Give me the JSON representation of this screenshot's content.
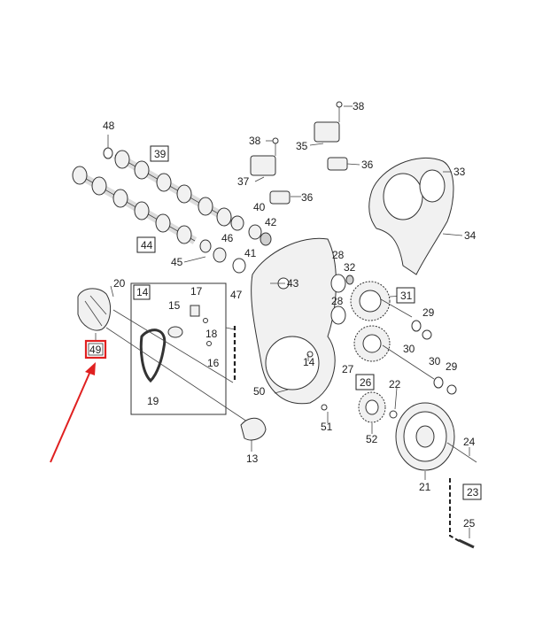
{
  "labels": {
    "l48": "48",
    "l39": "39",
    "l38a": "38",
    "l38b": "38",
    "l35": "35",
    "l36a": "36",
    "l36b": "36",
    "l37": "37",
    "l33": "33",
    "l40": "40",
    "l42": "42",
    "l46": "46",
    "l44": "44",
    "l34": "34",
    "l41": "41",
    "l45": "45",
    "l28a": "28",
    "l28b": "28",
    "l32": "32",
    "l43": "43",
    "l47": "47",
    "l31": "31",
    "l20": "20",
    "l14a": "14",
    "l17": "17",
    "l15": "15",
    "l18": "18",
    "l16": "16",
    "l49": "49",
    "l29a": "29",
    "l29b": "29",
    "l30a": "30",
    "l30b": "30",
    "l14b": "14",
    "l27": "27",
    "l26": "26",
    "l22": "22",
    "l50": "50",
    "l19": "19",
    "l51": "51",
    "l52": "52",
    "l24": "24",
    "l13": "13",
    "l21": "21",
    "l23": "23",
    "l25": "25"
  },
  "colors": {
    "highlight": "#e02020",
    "arrow": "#e02020",
    "line": "#444444"
  },
  "highlighted_part": "49"
}
